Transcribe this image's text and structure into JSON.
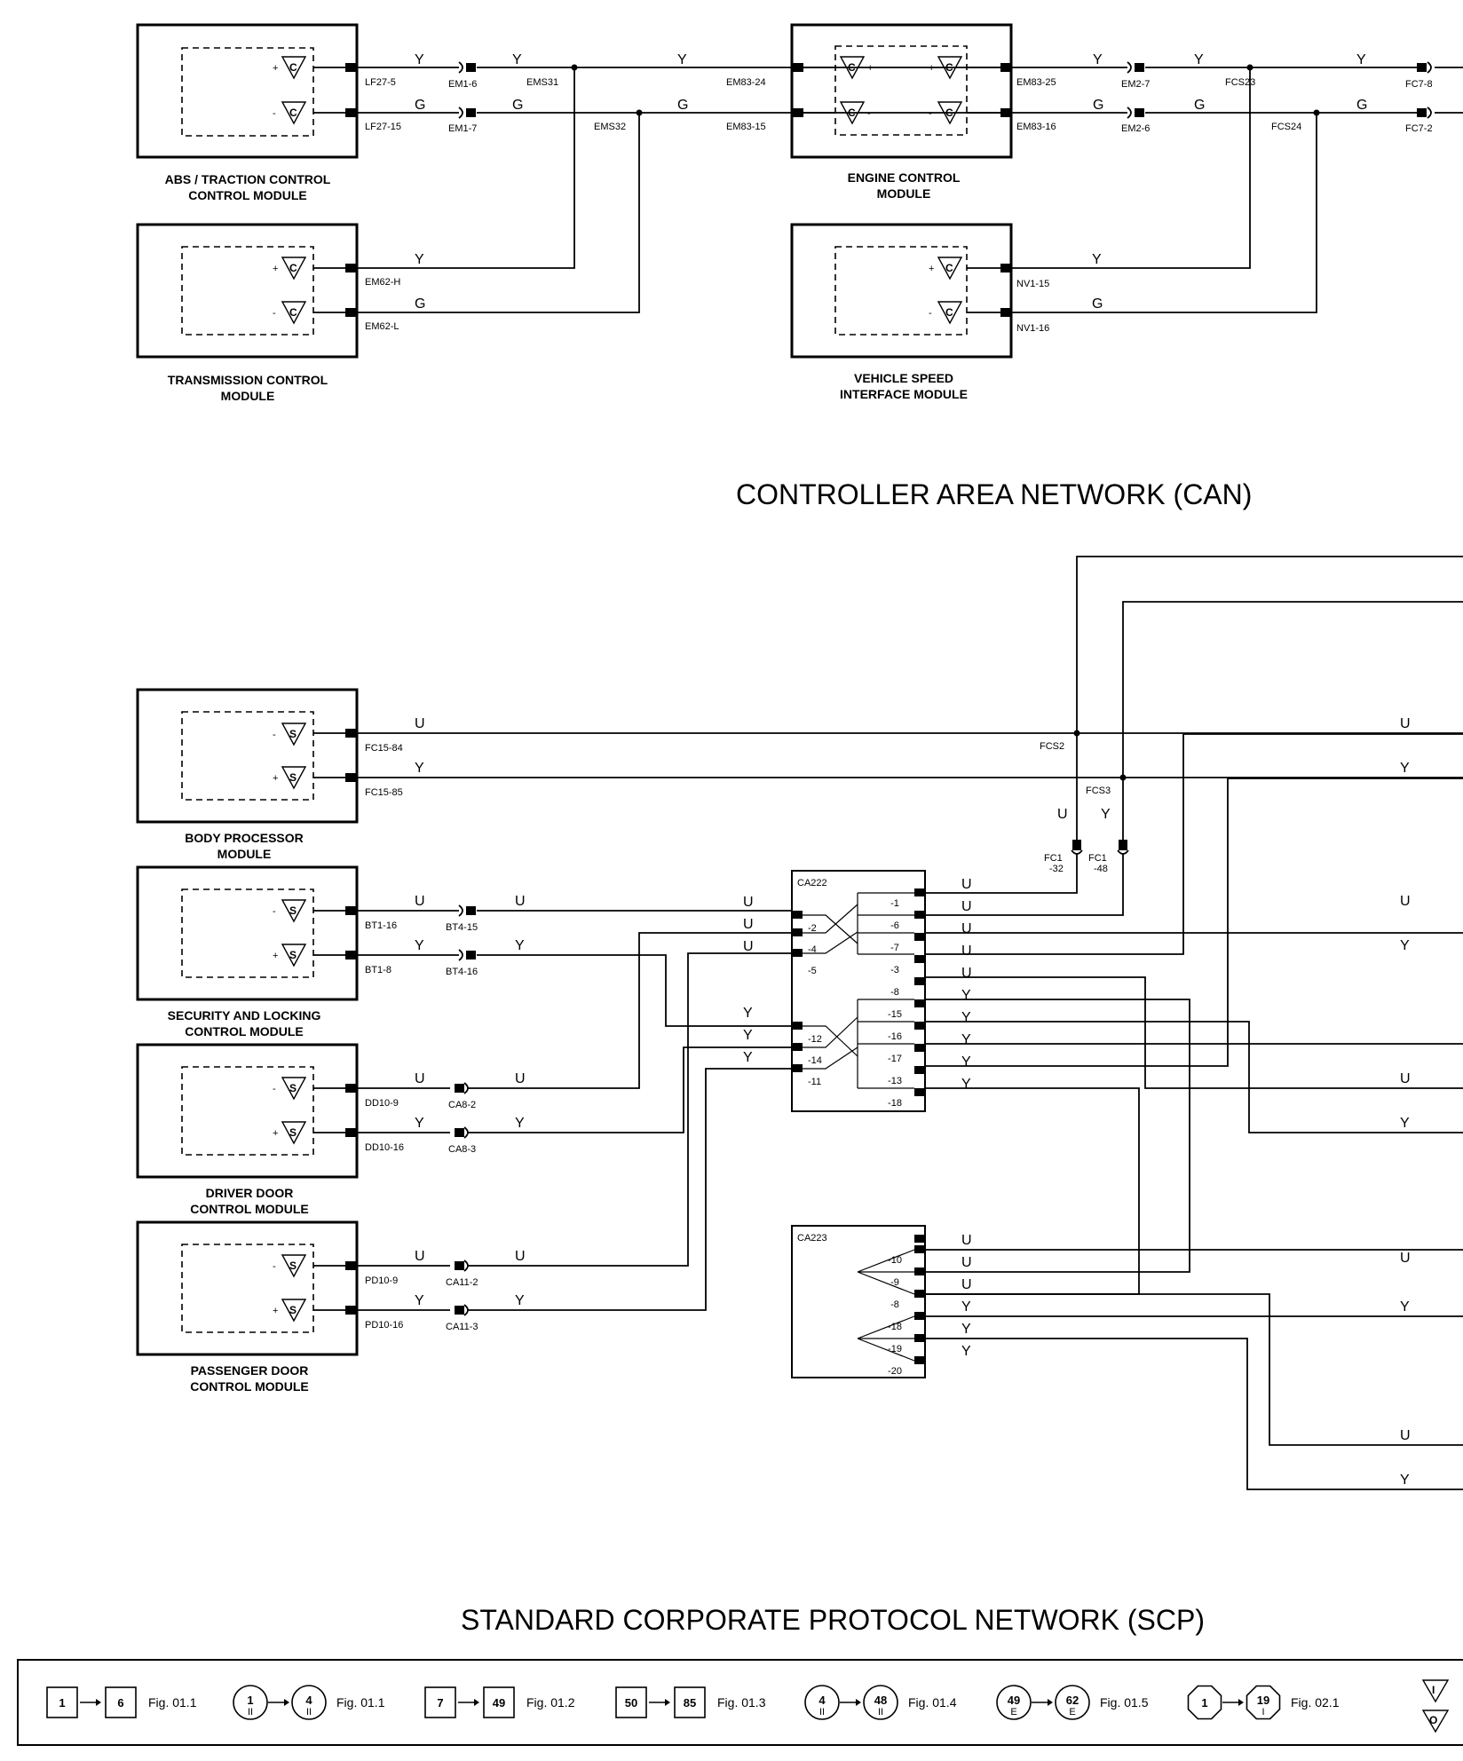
{
  "titles": {
    "can": "CONTROLLER AREA NETWORK (CAN)",
    "scp": "STANDARD CORPORATE PROTOCOL NETWORK (SCP)"
  },
  "modules": {
    "abs": [
      "ABS / TRACTION CONTROL",
      "CONTROL MODULE"
    ],
    "engine": [
      "ENGINE CONTROL",
      "MODULE"
    ],
    "transmission": [
      "TRANSMISSION CONTROL",
      "MODULE"
    ],
    "vsim": [
      "VEHICLE SPEED",
      "INTERFACE MODULE"
    ],
    "body": [
      "BODY PROCESSOR",
      "MODULE"
    ],
    "security": [
      "SECURITY AND LOCKING",
      "CONTROL MODULE"
    ],
    "driver": [
      "DRIVER DOOR",
      "CONTROL MODULE"
    ],
    "passenger": [
      "PASSENGER DOOR",
      "CONTROL MODULE"
    ]
  },
  "can_labels": {
    "lf27_5": "LF27-5",
    "lf27_15": "LF27-15",
    "em1_6": "EM1-6",
    "em1_7": "EM1-7",
    "ems31": "EMS31",
    "ems32": "EMS32",
    "em83_24": "EM83-24",
    "em83_15": "EM83-15",
    "em83_25": "EM83-25",
    "em83_16": "EM83-16",
    "em2_7": "EM2-7",
    "em2_6": "EM2-6",
    "fcs23": "FCS23",
    "fcs24": "FCS24",
    "fc7_8": "FC7-8",
    "fc7_2": "FC7-2",
    "em62_h": "EM62-H",
    "em62_l": "EM62-L",
    "nv1_15": "NV1-15",
    "nv1_16": "NV1-16"
  },
  "scp_labels": {
    "fc15_84": "FC15-84",
    "fc15_85": "FC15-85",
    "fcs2": "FCS2",
    "fcs3": "FCS3",
    "fc1": "FC1",
    "fc1_32": "-32",
    "fc1_48": "-48",
    "bt1_16": "BT1-16",
    "bt1_8": "BT1-8",
    "bt4_15": "BT4-15",
    "bt4_16": "BT4-16",
    "dd10_9": "DD10-9",
    "dd10_16": "DD10-16",
    "ca8_2": "CA8-2",
    "ca8_3": "CA8-3",
    "pd10_9": "PD10-9",
    "pd10_16": "PD10-16",
    "ca11_2": "CA11-2",
    "ca11_3": "CA11-3",
    "ca222": "CA222",
    "ca223": "CA223",
    "ca222_left": [
      "-2",
      "-4",
      "-5",
      "-12",
      "-14",
      "-11"
    ],
    "ca222_right": [
      "-1",
      "-6",
      "-7",
      "-3",
      "-8",
      "-15",
      "-16",
      "-17",
      "-13",
      "-18"
    ],
    "ca223_pins": [
      "-10",
      "-9",
      "-8",
      "-18",
      "-19",
      "-20"
    ]
  },
  "wire_colors": {
    "yellow": "Y",
    "green": "G",
    "blue": "U"
  },
  "symbols": {
    "can": "C",
    "scp": "S",
    "plus": "+",
    "minus": "-"
  },
  "key": {
    "items": [
      {
        "from": "1",
        "to": "6",
        "fig": "Fig. 01.1",
        "shape": "square"
      },
      {
        "from": "1",
        "from_sub": "II",
        "to": "4",
        "to_sub": "II",
        "fig": "Fig. 01.1",
        "shape": "circle"
      },
      {
        "from": "7",
        "to": "49",
        "fig": "Fig. 01.2",
        "shape": "square"
      },
      {
        "from": "50",
        "to": "85",
        "fig": "Fig. 01.3",
        "shape": "square"
      },
      {
        "from": "4",
        "from_sub": "II",
        "to": "48",
        "to_sub": "II",
        "fig": "Fig. 01.4",
        "shape": "circle"
      },
      {
        "from": "49",
        "from_sub": "E",
        "to": "62",
        "to_sub": "E",
        "fig": "Fig. 01.5",
        "shape": "circle"
      },
      {
        "from": "1",
        "to": "19",
        "to_sub": "I",
        "fig": "Fig. 02.1",
        "shape": "octagon"
      }
    ]
  }
}
